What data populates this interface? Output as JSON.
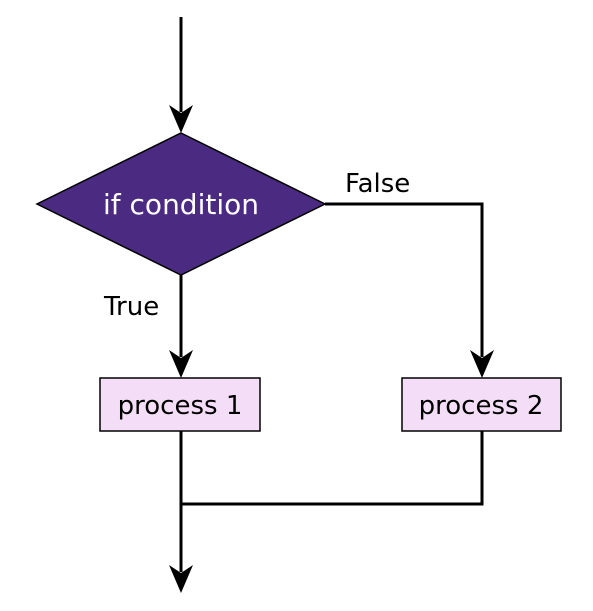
{
  "diagram": {
    "decision": {
      "label": "if condition",
      "fill": "#4b2a82",
      "text_color": "#ffffff"
    },
    "branch_true": {
      "label": "True"
    },
    "branch_false": {
      "label": "False"
    },
    "process_1": {
      "label": "process 1"
    },
    "process_2": {
      "label": "process 2"
    },
    "process_fill": "#f4ddf6",
    "line_color": "#000000"
  }
}
